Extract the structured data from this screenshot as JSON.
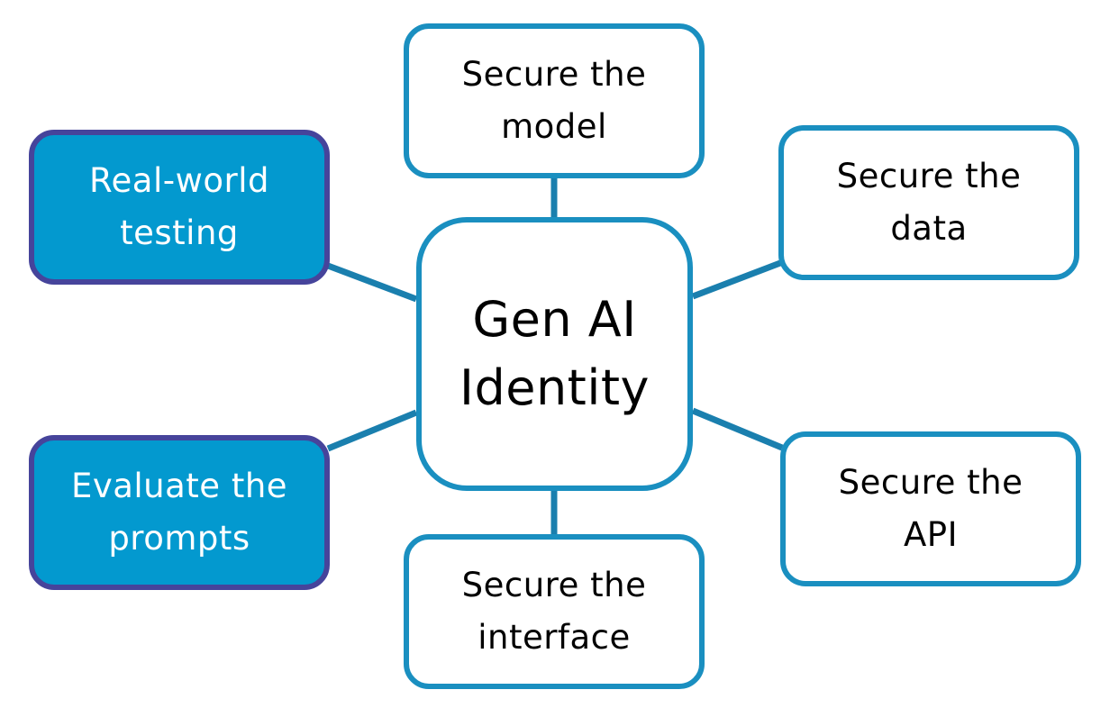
{
  "colors": {
    "outline_border": "#1a8fc0",
    "filled_background": "#0399cf",
    "filled_border": "#46449b",
    "connector": "#1a7fae",
    "text_dark": "#000000",
    "text_light": "#ffffff"
  },
  "center": {
    "label": "Gen AI\nIdentity"
  },
  "nodes": {
    "model": {
      "label": "Secure the\nmodel"
    },
    "data": {
      "label": "Secure the\ndata"
    },
    "api": {
      "label": "Secure the\nAPI"
    },
    "interface": {
      "label": "Secure the\ninterface"
    },
    "realworld": {
      "label": "Real-world\ntesting"
    },
    "evaluate": {
      "label": "Evaluate the\nprompts"
    }
  }
}
